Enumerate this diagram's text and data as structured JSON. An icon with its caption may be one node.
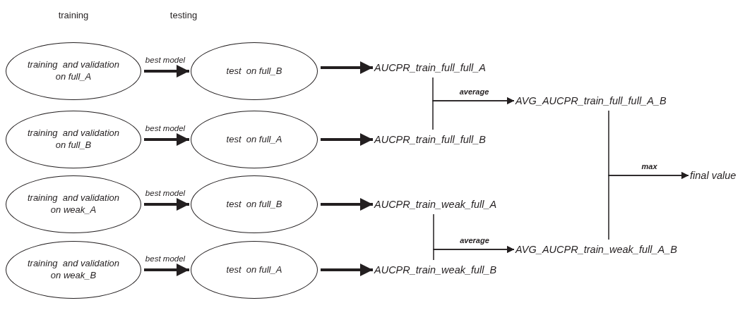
{
  "diagram": {
    "nodes": [
      {
        "text": [
          "training  and validation on full_A"
        ]
      },
      {
        "text": [
          "test  on full_B"
        ]
      },
      {
        "text": [
          "AUCPR_train_full_full_A"
        ]
      },
      {
        "text": [
          "training  and validation on full_B"
        ]
      },
      {
        "text": [
          "test  on full_A"
        ]
      },
      {
        "text": [
          "AUCPR_train_full_full_B"
        ]
      },
      {
        "text": [
          "training  and validation on weak_A"
        ]
      },
      {
        "text": [
          "test  on full_B"
        ]
      },
      {
        "text": [
          "AUCPR_train_weak_full_A"
        ]
      },
      {
        "text": [
          "training  and validation on weak_B"
        ]
      },
      {
        "text": [
          "test  on full_A"
        ]
      },
      {
        "text": [
          "AUCPR_train_weak_full_B"
        ]
      },
      {
        "text": [
          "AVG_AUCPR_train_full_full_A_B"
        ]
      },
      {
        "text": [
          "AVG_AUCPR_train_weak_full_A_B"
        ]
      },
      {
        "text": [
          "final value"
        ]
      }
    ],
    "edges": [
      {
        "from": 0,
        "to": 1,
        "arrow": "to",
        "label": "best model"
      },
      {
        "from": 1,
        "to": 2,
        "arrow": "to"
      },
      {
        "from": 3,
        "to": 4,
        "arrow": "to",
        "label": "best model"
      },
      {
        "from": 4,
        "to": 5,
        "arrow": "to"
      },
      {
        "from": 6,
        "to": 7,
        "arrow": "to",
        "label": "best model"
      },
      {
        "from": 7,
        "to": 8,
        "arrow": "to"
      },
      {
        "from": 9,
        "to": 10,
        "arrow": "to",
        "label": "best model"
      },
      {
        "from": 10,
        "to": 11,
        "arrow": "to"
      },
      {
        "from": 2,
        "to": 12,
        "arrow": "to",
        "label": "average"
      },
      {
        "from": 5,
        "to": 12,
        "arrow": "to"
      },
      {
        "from": 8,
        "to": 13,
        "arrow": "to",
        "label": "average"
      },
      {
        "from": 11,
        "to": 13,
        "arrow": "to"
      },
      {
        "from": 12,
        "to": 14,
        "arrow": "to",
        "label": "max"
      },
      {
        "from": 13,
        "to": 14,
        "arrow": "to"
      }
    ],
    "labels": [
      "training",
      "testing"
    ]
  }
}
